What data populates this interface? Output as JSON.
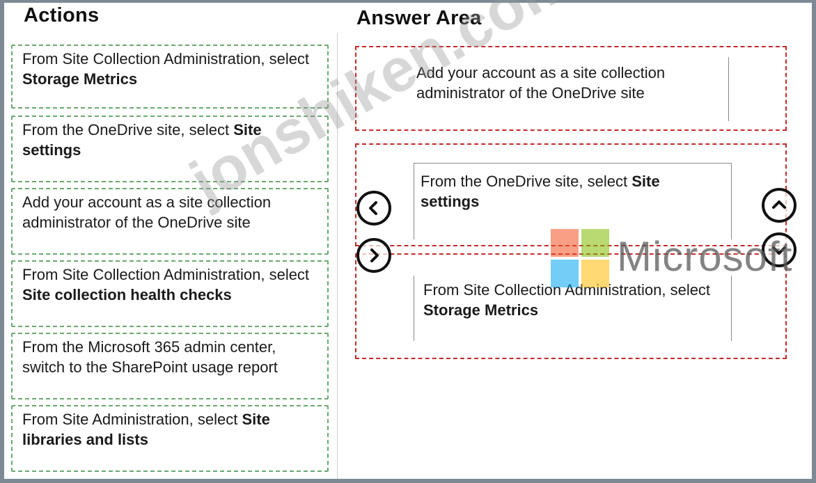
{
  "headings": {
    "actions": "Actions",
    "answer_area": "Answer Area"
  },
  "actions": [
    {
      "text": "From Site Collection Administration, select ",
      "bold": "Storage Metrics"
    },
    {
      "text": "From the OneDrive site, select ",
      "bold": "Site settings"
    },
    {
      "text": "Add your account as a site collection administrator of the OneDrive site",
      "bold": ""
    },
    {
      "text": "From Site Collection Administration, select ",
      "bold": "Site collection health checks"
    },
    {
      "text": "From the Microsoft 365 admin center, switch to the SharePoint usage report",
      "bold": ""
    },
    {
      "text": "From Site Administration, select ",
      "bold": "Site libraries and lists"
    }
  ],
  "answer": [
    {
      "text": "Add your account as a site collection administrator of the OneDrive site",
      "bold": ""
    },
    {
      "text": "From the OneDrive site, select ",
      "bold": "Site settings"
    },
    {
      "text": "From Site Collection Administration, select ",
      "bold": "Storage Metrics"
    }
  ],
  "overlay": {
    "logo_text": "Microsoft",
    "watermark": "jonshiken.com"
  },
  "colors": {
    "action_border": "#6aa870",
    "dropzone_border": "#c42a2a",
    "ms_red": "#f25022",
    "ms_green": "#7fba00",
    "ms_blue": "#00a4ef",
    "ms_yellow": "#ffb900"
  },
  "icons": {
    "move_left": "chevron-left-icon",
    "move_right": "chevron-right-icon",
    "move_up": "chevron-up-icon",
    "move_down": "chevron-down-icon"
  }
}
